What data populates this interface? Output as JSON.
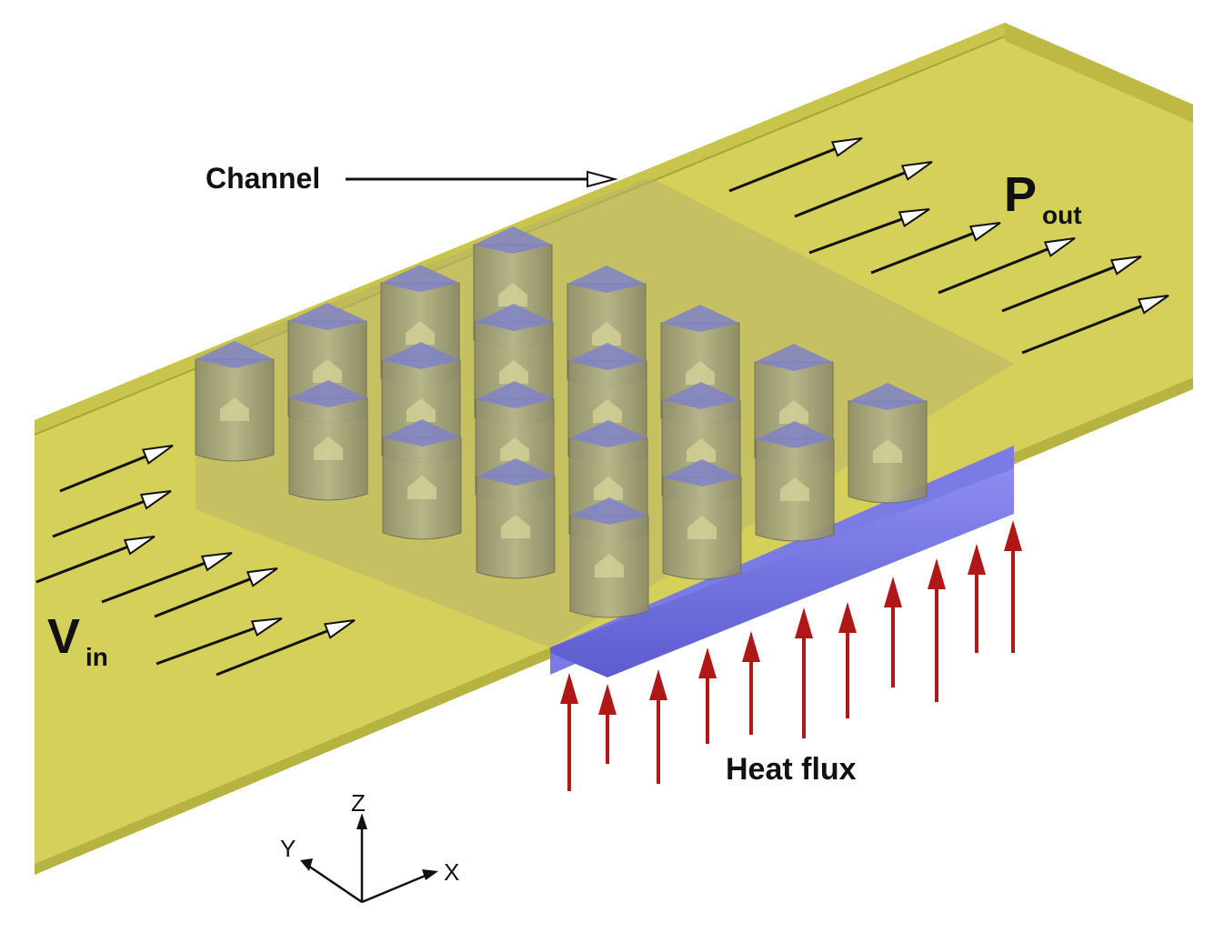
{
  "labels": {
    "channel": "Channel",
    "v_main": "V",
    "v_sub": "in",
    "p_main": "P",
    "p_sub": "out",
    "heat_flux": "Heat flux"
  },
  "axes": {
    "z": "Z",
    "y": "Y",
    "x": "X"
  },
  "colors": {
    "channel_top": "#d9d55e",
    "channel_wall": "#c9c44a",
    "channel_edge": "#a9a536",
    "pin": "#a8a77a",
    "pin_top": "#7f82c8",
    "base_plate": "#7272e0",
    "heat_arrow": "#b01818",
    "flow_arrow_line": "#111111",
    "flow_arrow_head": "#ffffff"
  },
  "pin_grid": {
    "rows": 5,
    "cols": 4
  }
}
